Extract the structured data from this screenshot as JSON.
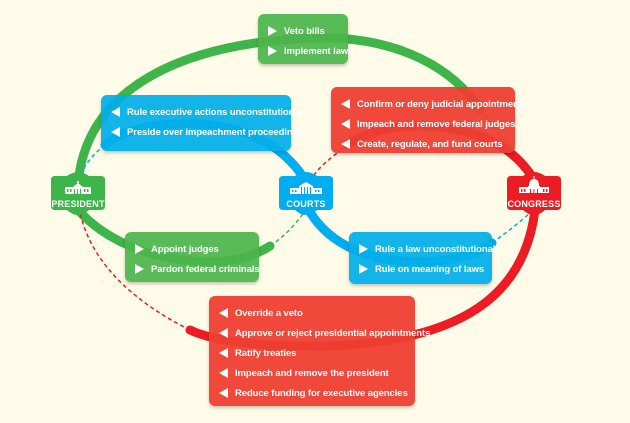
{
  "colors": {
    "background": "#FEFBE8",
    "president": "#3DB54A",
    "courts": "#00AEEF",
    "congress": "#ED1C24"
  },
  "nodes": {
    "president": {
      "label": "PRESIDENT",
      "icon": "white-house-icon"
    },
    "courts": {
      "label": "COURTS",
      "icon": "supreme-court-icon"
    },
    "congress": {
      "label": "CONGRESS",
      "icon": "capitol-icon"
    }
  },
  "boxes": {
    "president_to_congress": {
      "items": [
        "Veto bills",
        "Implement laws"
      ]
    },
    "courts_to_president": {
      "items": [
        "Rule executive actions unconstitutional",
        "Preside over impeachment proceedings"
      ]
    },
    "congress_to_courts": {
      "items": [
        "Confirm or deny judicial appointments",
        "Impeach and remove federal judges",
        "Create, regulate, and fund courts"
      ]
    },
    "president_to_courts": {
      "items": [
        "Appoint judges",
        "Pardon federal criminals"
      ]
    },
    "courts_to_congress": {
      "items": [
        "Rule a law unconstitutional",
        "Rule on meaning of laws"
      ]
    },
    "congress_to_president": {
      "items": [
        "Override a veto",
        "Approve or reject presidential appointments",
        "Ratify treaties",
        "Impeach and remove the president",
        "Reduce funding for executive agencies"
      ]
    }
  }
}
